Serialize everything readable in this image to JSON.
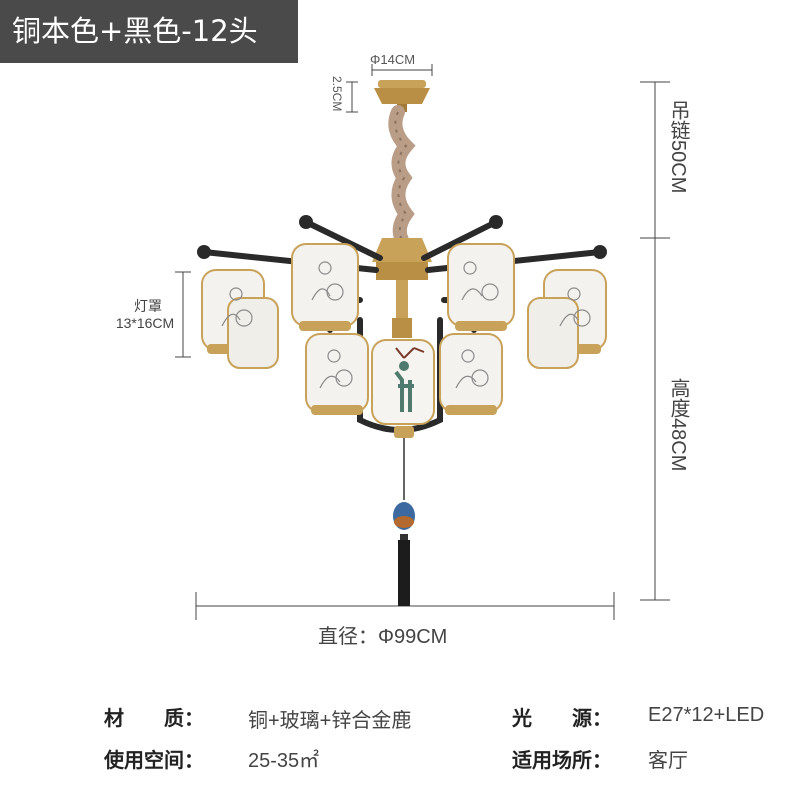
{
  "title": "铜本色+黑色-12头",
  "dimensions": {
    "top_diameter": "Φ14CM",
    "canopy_height": "2.5CM",
    "chain_length": "吊链50CM",
    "height": "高度48CM",
    "shade_label": "灯罩",
    "shade_size": "13*16CM",
    "diameter": "直径：Φ99CM"
  },
  "specs": {
    "material_label": "材　　质：",
    "material_value": "铜+玻璃+锌合金鹿",
    "light_label": "光　　源：",
    "light_value": "E27*12+LED",
    "space_label": "使用空间：",
    "space_value": "25-35㎡",
    "place_label": "适用场所：",
    "place_value": "客厅"
  },
  "colors": {
    "banner_bg": "#4a4a4a",
    "brass": "#c9a25a",
    "black_arm": "#2a2a2a",
    "glass": "#f4f2ee"
  }
}
